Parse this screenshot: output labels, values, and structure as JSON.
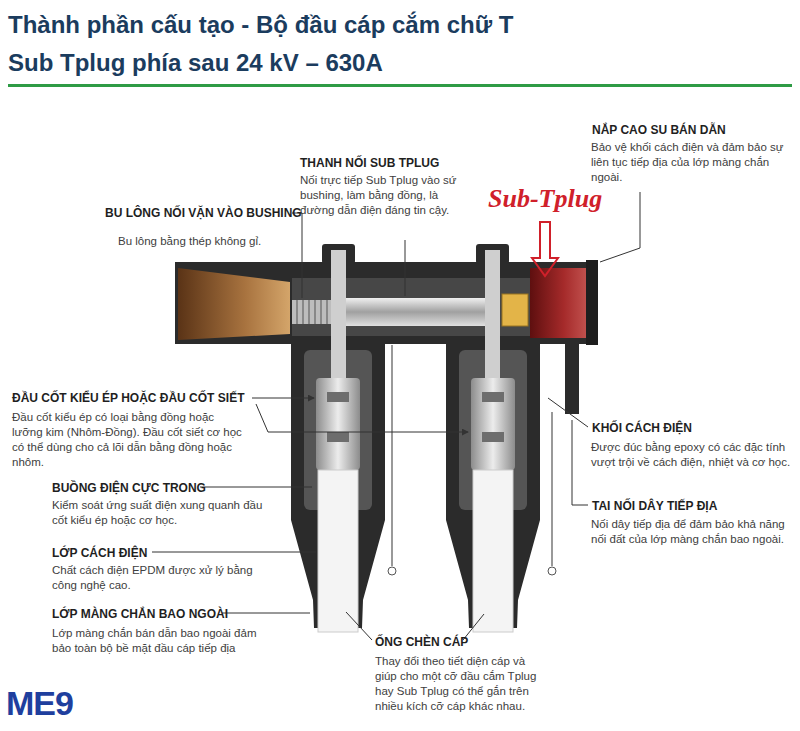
{
  "diagram": {
    "title": "Thành phần cấu tạo - Bộ đầu cáp cắm chữ T Sub Tplug phía sau 24 kV – 630A",
    "labels": [
      "NẮP CAO SU BÁN DẪN",
      "Bảo vệ khối cách điện và đảm bảo sự liên tục tiếp địa của lớp màng chắn ngoài.",
      "THANH NỐI SUB TPLUG",
      "Nối trực tiếp Sub Tplug vào sứ bushing, làm bằng đồng, là đường dẫn điện đáng tin cậy.",
      "Sub-Tplug",
      "BU LÔNG NỐI VẶN VÀO BUSHING",
      "Bu lông bằng thép không gỉ.",
      "ĐẦU CỐT KIỂU ÉP HOẶC ĐẦU CỐT SIẾT",
      "Đầu cốt kiểu ép có loại bằng đồng hoặc lưỡng kim (Nhôm-Đồng). Đầu cốt siết cơ học có thể dùng cho cả lõi dẫn bằng đồng hoặc nhôm.",
      "KHỐI CÁCH ĐIỆN",
      "Được đúc bằng epoxy có các đặc tính vượt trội về cách điện, nhiệt và cơ học.",
      "BUỒNG ĐIỆN CỰC TRONG",
      "Kiểm soát ứng suất điện xung quanh đầu cốt kiểu ép hoặc cơ học.",
      "TAI NỐI DÂY TIẾP ĐỊA",
      "Nối dây tiếp địa để đảm bảo khả năng nối đất của lớp màng chắn bao ngoài.",
      "LỚP CÁCH ĐIỆN",
      "Chất cách điện EPDM được xử lý bằng công nghệ cao.",
      "LỚP MÀNG CHẮN BAO NGOÀI",
      "Lớp màng chắn bán dẫn bao ngoài đảm bảo toàn bộ bề mặt đầu cáp tiếp địa",
      "ỐNG CHÈN CÁP",
      "Thay đổi theo tiết diện cáp và giúp cho một cỡ đầu cắm Tplug hay Sub Tplug có thể gắn trên nhiều kích cỡ cáp khác nhau.",
      "ME9"
    ]
  }
}
